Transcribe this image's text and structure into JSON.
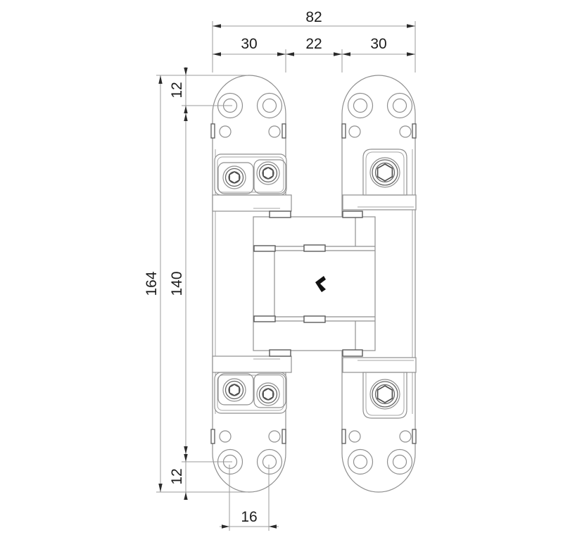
{
  "drawing": {
    "type": "technical-drawing",
    "subject": "concealed-hinge-front-view",
    "colors": {
      "background": "#ffffff",
      "outline": "#8f8f8f",
      "detail": "#4a4a4a",
      "dimension_lines": "#9b9b9b",
      "dimension_text": "#1c1c1c",
      "center_mark": "#111111"
    },
    "center_mark": "chevron-logo-mark",
    "dims": {
      "d82": "82",
      "d30l": "30",
      "d22": "22",
      "d30r": "30",
      "d164": "164",
      "d140": "140",
      "d12t": "12",
      "d12b": "12",
      "d16": "16"
    }
  }
}
